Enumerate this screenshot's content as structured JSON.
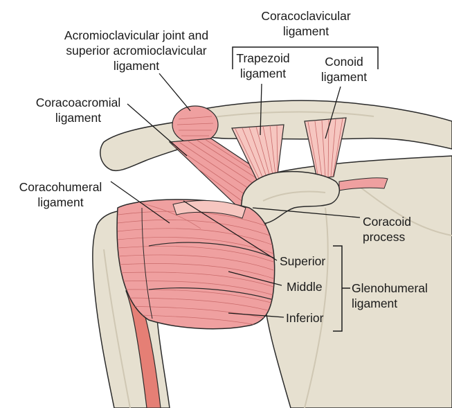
{
  "labels": {
    "coracoclavicular": [
      "Coracoclavicular",
      "ligament"
    ],
    "acromioclavicular": [
      "Acromioclavicular joint and",
      "superior acromioclavicular",
      "ligament"
    ],
    "trapezoid": [
      "Trapezoid",
      "ligament"
    ],
    "conoid": [
      "Conoid",
      "ligament"
    ],
    "coracoacromial": [
      "Coracoacromial",
      "ligament"
    ],
    "coracohumeral": [
      "Coracohumeral",
      "ligament"
    ],
    "coracoid": [
      "Coracoid",
      "process"
    ],
    "superior": "Superior",
    "middle": "Middle",
    "inferior": "Inferior",
    "glenohumeral": [
      "Glenohumeral",
      "ligament"
    ]
  },
  "colors": {
    "bone": "#e6e0d0",
    "bone_shadow": "#cfc7b3",
    "ligament": "#efa0a0",
    "ligament_light": "#f6c6c0",
    "ligament_line": "#c96a6a",
    "tendon": "#e57f75",
    "outline": "#2a2a2a"
  }
}
